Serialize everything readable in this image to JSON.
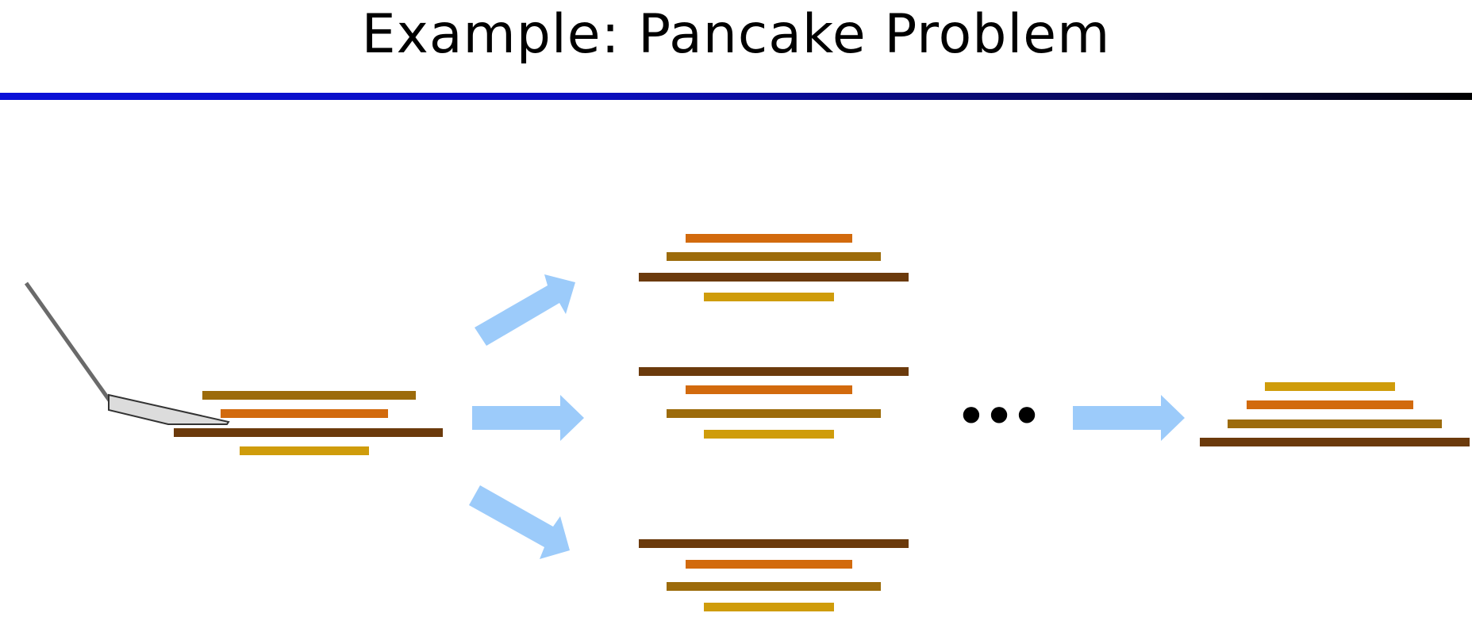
{
  "slide": {
    "title": "Example: Pancake Problem"
  },
  "colors": {
    "rule_start": "#0a10d8",
    "rule_end": "#000000",
    "pancake_dark_brown": "#6b3a0c",
    "pancake_orange": "#d26a0d",
    "pancake_olive": "#9c6b0b",
    "pancake_yellow": "#cf9c0b",
    "arrow": "#9ccbfa",
    "spatula_blade": "#dcdcdc",
    "spatula_handle": "#6a6a6a"
  },
  "diagram": {
    "ellipsis": "•••",
    "icons": [
      "spatula-icon",
      "arrow-icon"
    ],
    "stacks": [
      {
        "name": "start-stack",
        "pancakes": [
          "olive",
          "orange",
          "dark_brown",
          "yellow"
        ]
      },
      {
        "name": "successor-stack-top",
        "pancakes": [
          "orange",
          "olive",
          "dark_brown",
          "yellow"
        ]
      },
      {
        "name": "successor-stack-middle",
        "pancakes": [
          "dark_brown",
          "orange",
          "olive",
          "yellow"
        ]
      },
      {
        "name": "successor-stack-bottom",
        "pancakes": [
          "dark_brown",
          "orange",
          "olive",
          "yellow"
        ]
      },
      {
        "name": "goal-stack",
        "pancakes": [
          "yellow",
          "orange",
          "olive",
          "dark_brown"
        ]
      }
    ]
  }
}
